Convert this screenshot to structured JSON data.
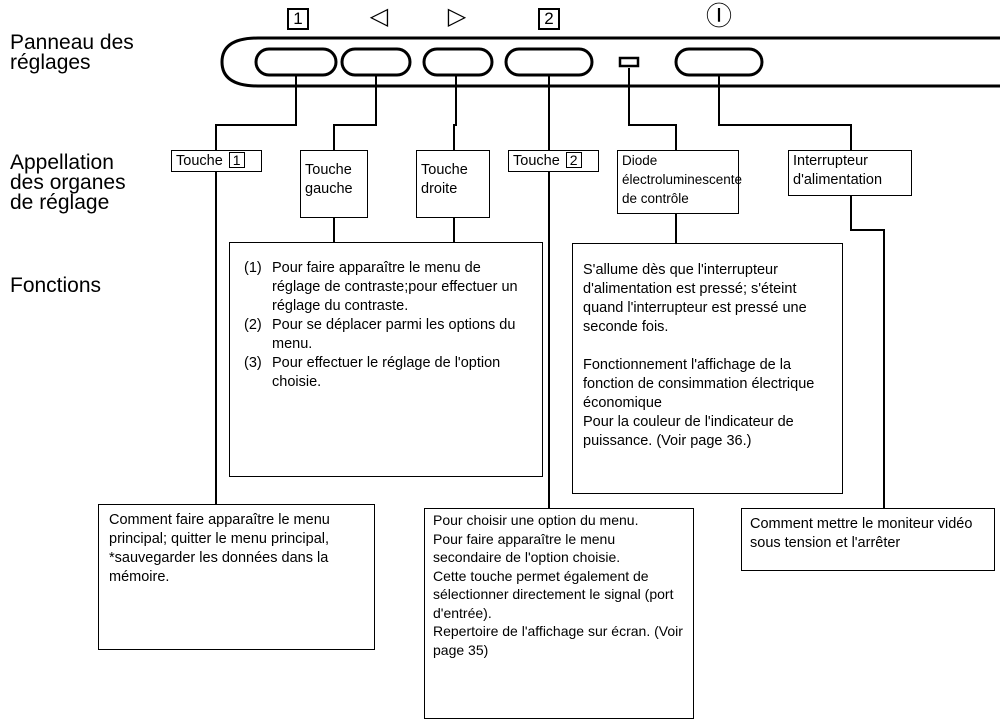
{
  "sections": {
    "panel": [
      "Panneau des",
      "réglages"
    ],
    "names": [
      "Appellation",
      "des organes",
      "de réglage"
    ],
    "functions": "Fonctions"
  },
  "icons": {
    "key1": "1",
    "key2": "2",
    "left": "◁",
    "right": "▷",
    "power": "Ⓘ"
  },
  "labels": {
    "key1_prefix": "Touche",
    "key1_num": "1",
    "left": [
      "Touche",
      "gauche"
    ],
    "right": [
      "Touche",
      "droite"
    ],
    "key2_prefix": "Touche",
    "key2_num": "2",
    "led": [
      "Diode",
      "électroluminescente",
      "de contrôle"
    ],
    "power": [
      "Interrupteur",
      "d'alimentation"
    ]
  },
  "functions": {
    "arrows": [
      {
        "n": "(1)",
        "text": "Pour faire apparaître le menu de réglage de contraste;pour effectuer un réglage du contraste."
      },
      {
        "n": "(2)",
        "text": "Pour se déplacer parmi les options du menu."
      },
      {
        "n": "(3)",
        "text": "Pour effectuer le réglage de l'option choisie."
      }
    ],
    "led": [
      "S'allume dès que l'interrupteur d'alimentation est pressé; s'éteint quand l'interrupteur est pressé une seconde fois.",
      "Fonctionnement l'affichage de la fonction de consimmation électrique économique",
      "Pour la couleur de l'indicateur de puissance. (Voir page 36.)"
    ],
    "key1": "Comment faire apparaître le menu principal; quitter le menu principal, *sauvegarder les données dans la mémoire.",
    "key2": [
      "Pour choisir une option du menu.",
      "Pour faire apparaître le menu secondaire de l'option choisie.",
      "Cette touche permet également de sélectionner directement le signal (port d'entrée).",
      "Repertoire de l'affichage sur écran. (Voir page 35)"
    ],
    "power": "Comment mettre le moniteur vidéo sous tension et l'arrêter"
  },
  "colors": {
    "ink": "#000000",
    "paper": "#ffffff"
  }
}
